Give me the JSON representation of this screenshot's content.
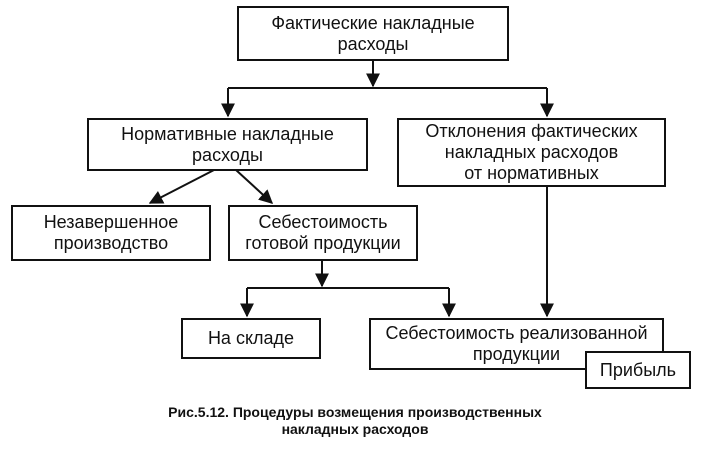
{
  "diagram": {
    "nodes": {
      "actual_overhead": "Фактические накладные\nрасходы",
      "normative_overhead": "Нормативные накладные\nрасходы",
      "deviations": "Отклонения фактических\nнакладных расходов\nот нормативных",
      "wip": "Незавершенное\nпроизводство",
      "finished_goods_cost": "Себестоимость\nготовой продукции",
      "in_warehouse": "На складе",
      "sold_goods_cost": "Себестоимость реализованной\nпродукции",
      "profit": "Прибыль"
    },
    "caption": "Рис.5.12. Процедуры возмещения производственных\nнакладных расходов"
  },
  "colors": {
    "stroke": "#111111",
    "background": "#ffffff"
  }
}
